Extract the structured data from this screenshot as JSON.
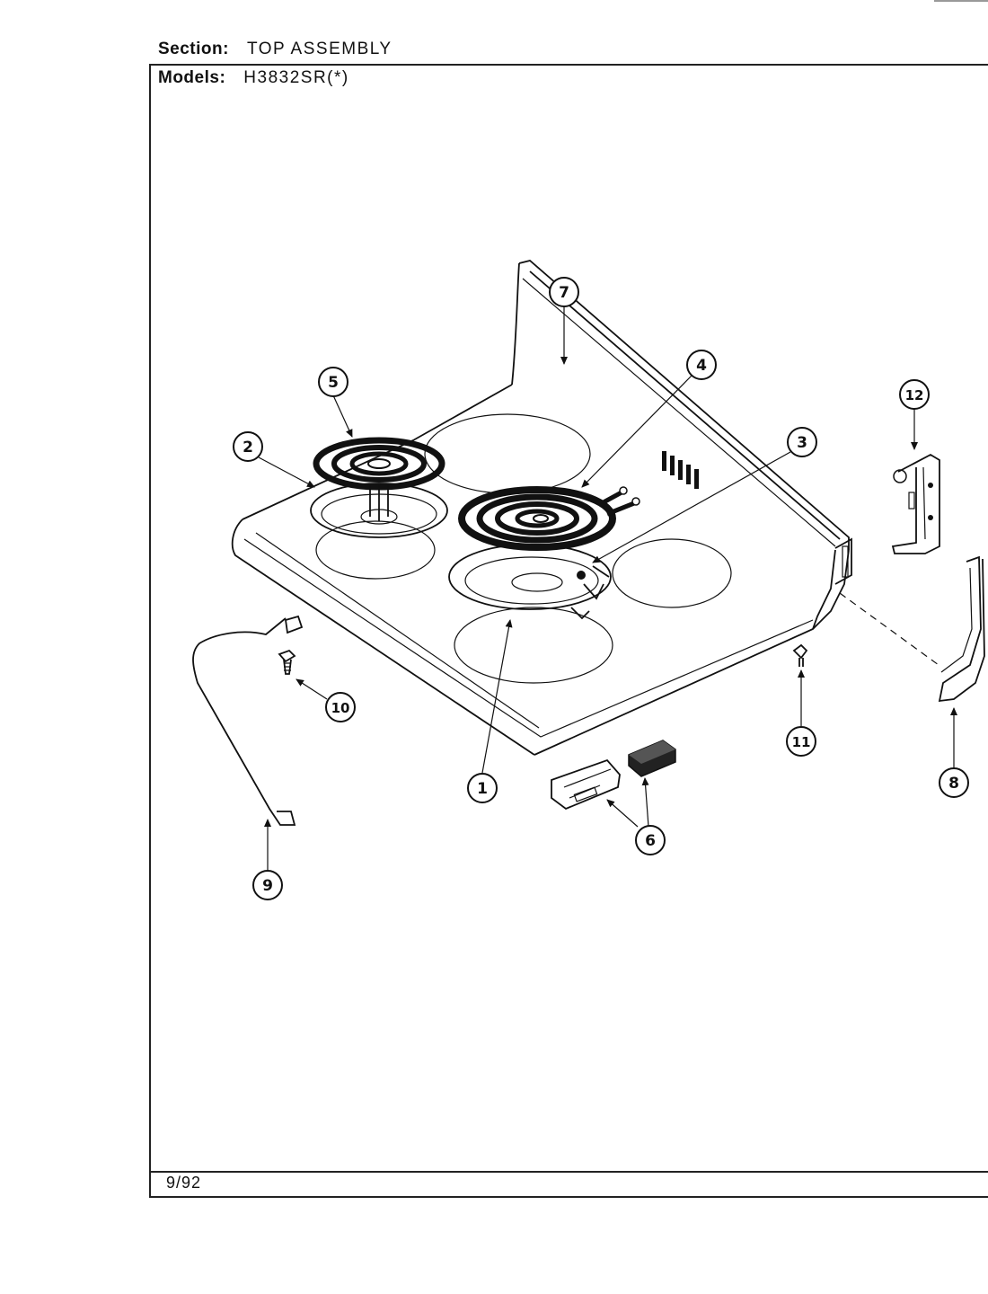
{
  "header": {
    "section_label": "Section:",
    "section_value": "TOP ASSEMBLY",
    "models_label": "Models:",
    "models_value": "H3832SR(*)"
  },
  "footer": {
    "date": "9/92"
  },
  "callouts": [
    "1",
    "2",
    "3",
    "4",
    "5",
    "6",
    "7",
    "8",
    "9",
    "10",
    "11",
    "12"
  ]
}
